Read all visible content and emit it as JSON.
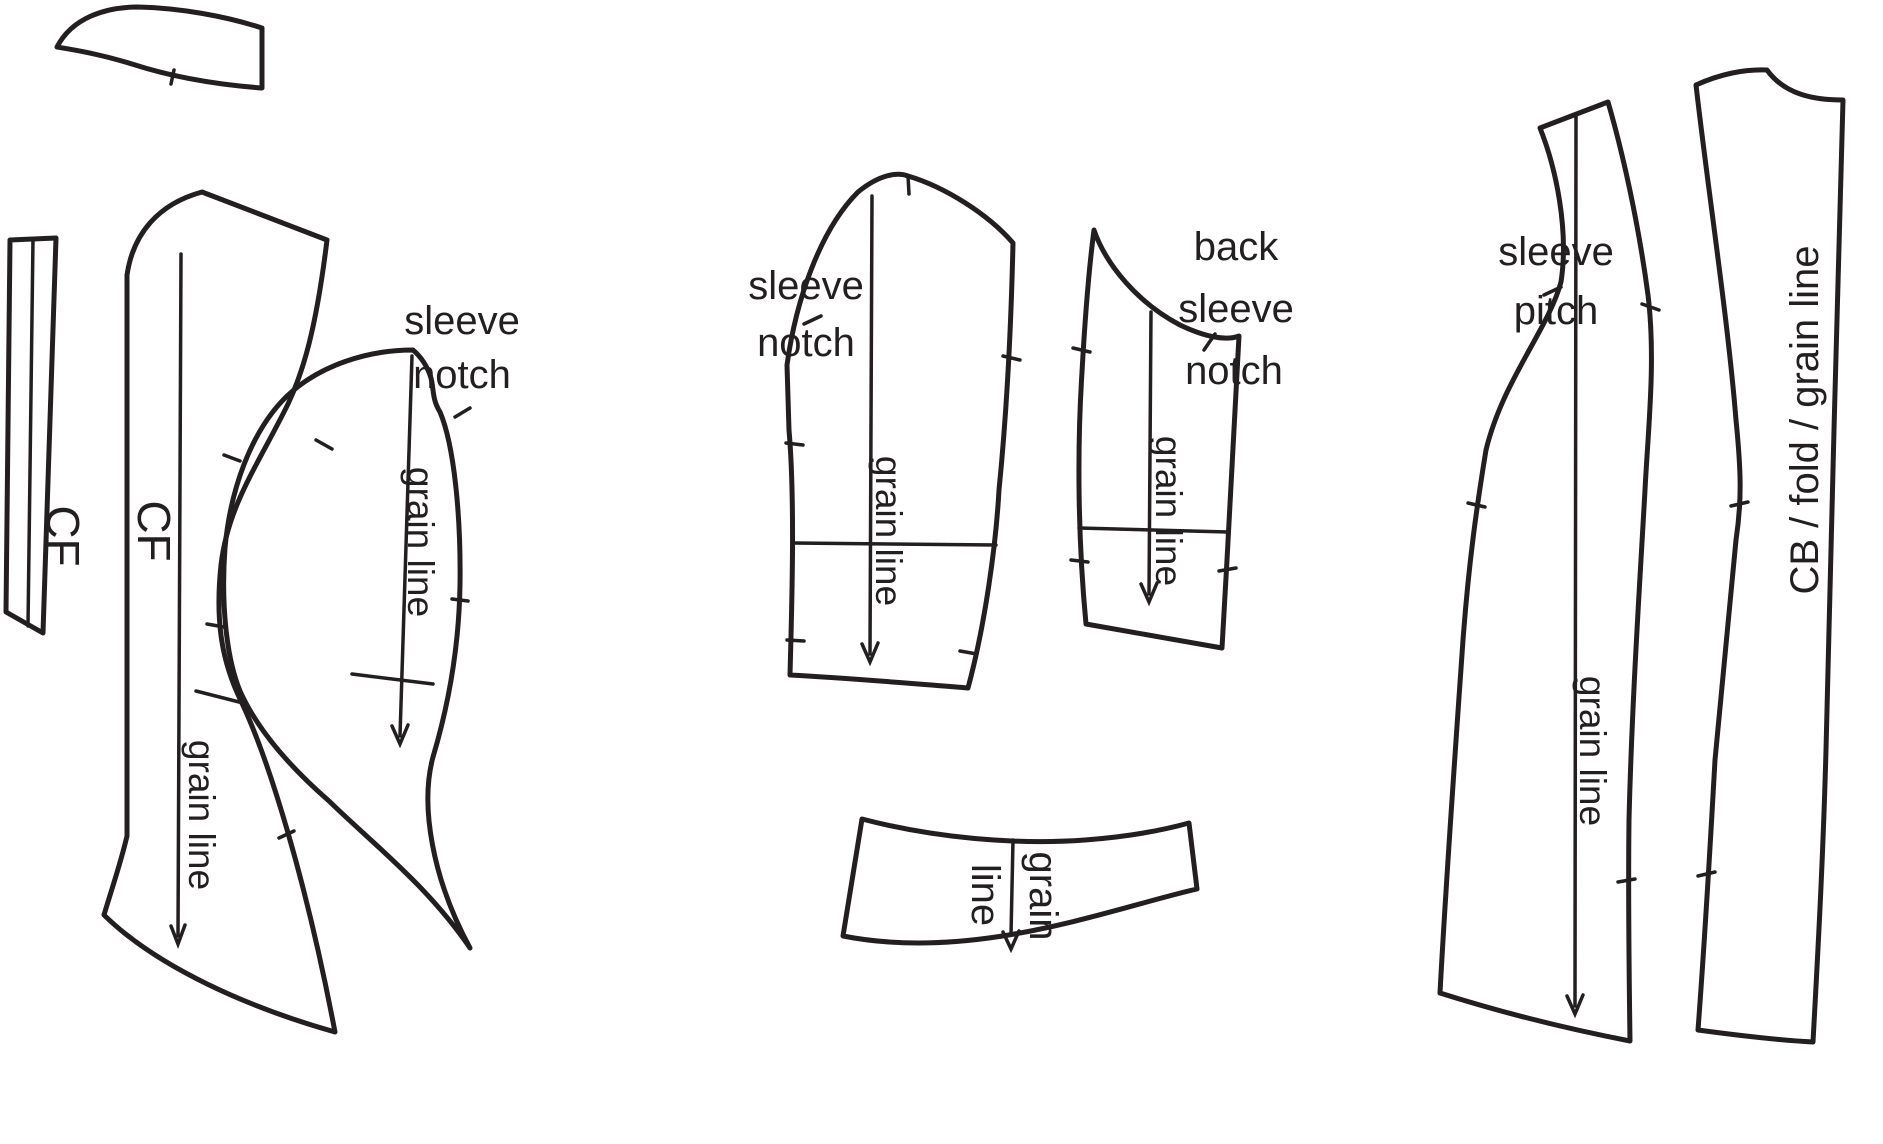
{
  "page": {
    "background": "#ffffff",
    "ink": "#231f20"
  },
  "diagram": {
    "pieces": {
      "collar": {},
      "cf_strip": {
        "cf_label": "CF"
      },
      "center_front": {
        "cf_label": "CF",
        "grain_label": "grain line"
      },
      "side_front": {
        "notch_line1": "sleeve",
        "notch_line2": "notch",
        "grain_label": "grain line"
      },
      "upper_sleeve": {
        "notch_line1": "sleeve",
        "notch_line2": "notch",
        "grain_label": "grain line"
      },
      "under_sleeve": {
        "notch_line1": "back",
        "notch_line2": "sleeve",
        "notch_line3": "notch",
        "grain_label": "grain line"
      },
      "hem_band": {
        "grain_line1": "grain",
        "grain_line2": "line"
      },
      "side_back": {
        "pitch_line1": "sleeve",
        "pitch_line2": "pitch",
        "grain_label": "grain line"
      },
      "center_back": {
        "fold_label": "CB / fold / grain line"
      }
    }
  }
}
